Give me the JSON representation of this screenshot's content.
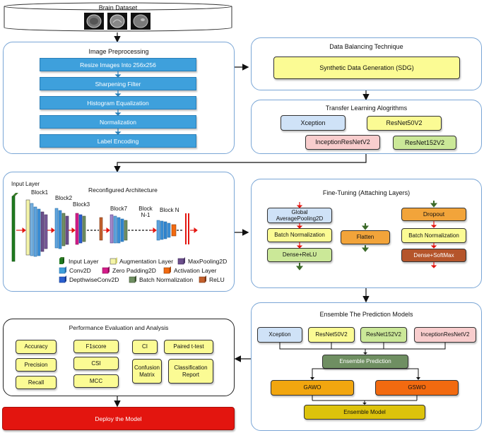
{
  "dataset": {
    "title": "Brain Dataset"
  },
  "preprocessing": {
    "title": "Image Preprocessing",
    "steps": [
      "Resize Images Into 256x256",
      "Sharpening Filter",
      "Histogram Equalization",
      "Normalization",
      "Label Encoding"
    ]
  },
  "balancing": {
    "title": "Data Balancing Technique",
    "method": "Synthetic Data Generation (SDG)"
  },
  "transfer": {
    "title": "Transfer Learning Alogrithms",
    "models": [
      "Xception",
      "ResNet50V2",
      "InceptionResNetV2",
      "ResNet152V2"
    ]
  },
  "architecture": {
    "title": "Reconfigured Architecture",
    "labels": {
      "input": "Input Layer",
      "block1": "Block1",
      "block2": "Block2",
      "block3": "Block3",
      "block7": "Block7",
      "blockn1": "Block N-1",
      "blockn": "Block N"
    },
    "legend": {
      "input": "Input Layer",
      "augmentation": "Augmentation Layer",
      "maxpool": "MaxPooling2D",
      "conv": "Conv2D",
      "zeropad": "Zero Padding2D",
      "activation": "Activation Layer",
      "depthwise": "DepthwiseConv2D",
      "batchnorm": "Batch Normalization",
      "relu": "ReLU"
    }
  },
  "finetuning": {
    "title": "Fine-Tuning (Attaching Layers)",
    "gap": "Global AveragePooling2D",
    "bn1": "Batch Normalization",
    "dense_relu": "Dense+ReLU",
    "flatten": "Flatten",
    "dropout": "Dropout",
    "bn2": "Batch Normalization",
    "dense_softmax": "Dense+SoftMax"
  },
  "ensemble": {
    "title": "Ensemble The Prediction Models",
    "models": [
      "Xception",
      "ResNet50V2",
      "ResNet152V2",
      "InceptionResNetV2"
    ],
    "prediction": "Ensemble Prediction",
    "gawo": "GAWO",
    "gswo": "GSWO",
    "model": "Ensemble Model"
  },
  "evaluation": {
    "title": "Performance Evaluation and Analysis",
    "metrics": {
      "accuracy": "Accuracy",
      "f1": "F1score",
      "ci": "CI",
      "ttest": "Paired t-test",
      "precision": "Precision",
      "csi": "CSI",
      "confusion": "Confusion Matrix",
      "report": "Classification Report",
      "recall": "Recall",
      "mcc": "MCC"
    }
  },
  "deploy": {
    "label": "Deploy the Model"
  },
  "colors": {
    "panel_border": "#7aa6d6",
    "preprocess_step": "#3ea0dc",
    "deploy": "#e3150f",
    "arrow_red": "#e3150f"
  }
}
